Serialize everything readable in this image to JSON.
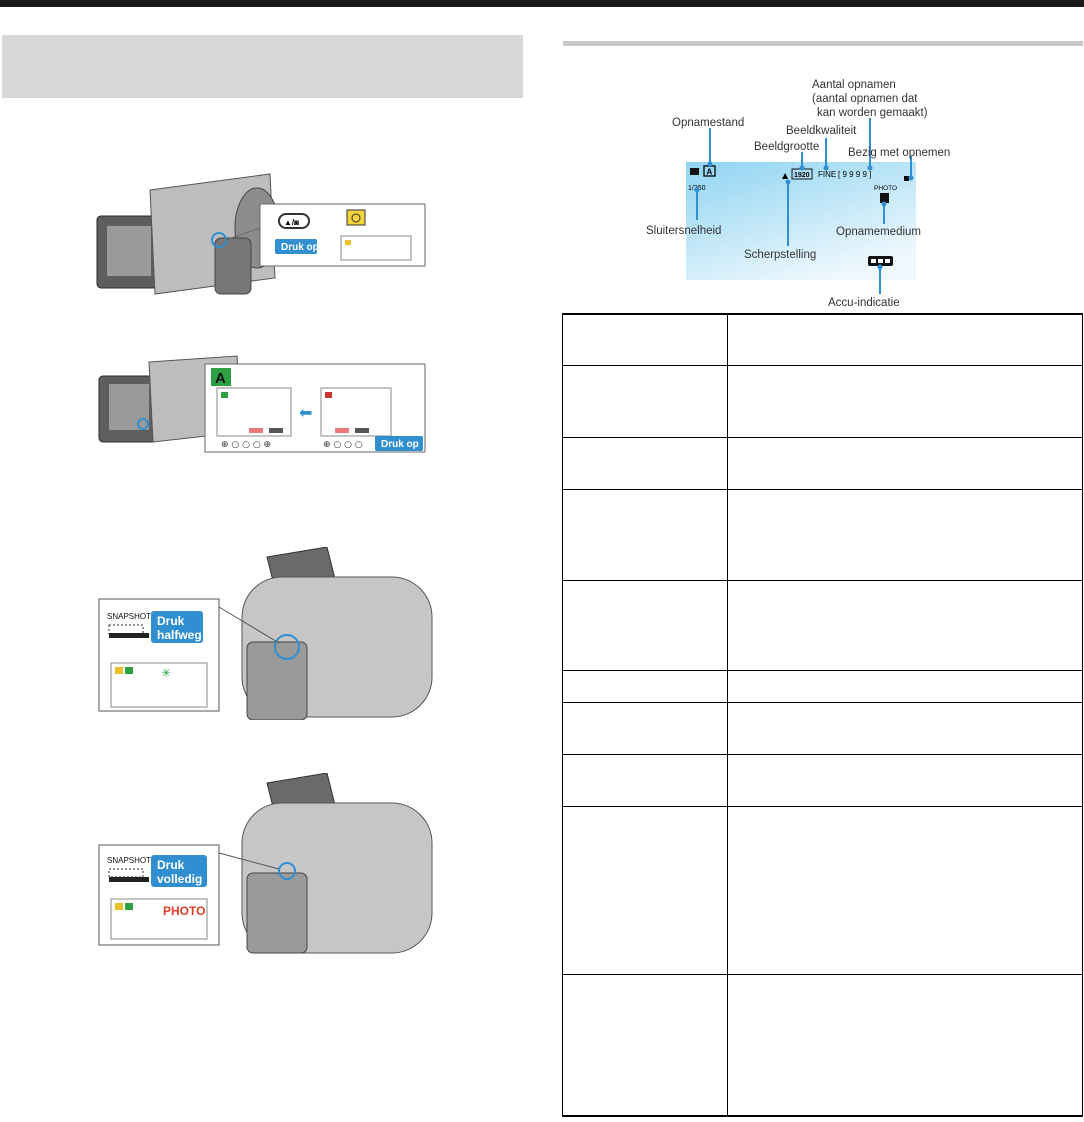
{
  "step1": {
    "callout": "Druk op"
  },
  "step2": {
    "callout": "Druk op"
  },
  "step3": {
    "button_label": "SNAPSHOT",
    "callout_line1": "Druk",
    "callout_line2": "halfweg"
  },
  "step4": {
    "button_label": "SNAPSHOT",
    "callout_line1": "Druk",
    "callout_line2": "volledig",
    "screen_text": "PHOTO"
  },
  "diagram": {
    "labels": {
      "aantal_opnamen_1": "Aantal opnamen",
      "aantal_opnamen_2": "(aantal opnamen dat",
      "aantal_opnamen_3": "kan worden gemaakt)",
      "opnamestand": "Opnamestand",
      "beeldkwaliteit": "Beeldkwaliteit",
      "beeldgrootte": "Beeldgrootte",
      "bezig": "Bezig met opnemen",
      "sluitersnelheid": "Sluitersnelheid",
      "opnamemedium": "Opnamemedium",
      "scherpstelling": "Scherpstelling",
      "accu": "Accu-indicatie"
    },
    "screen": {
      "shutter": "1/250",
      "size": "1920",
      "quality": "FINE",
      "count": "[ 9 9 9 9 ]",
      "photo": "PHOTO"
    }
  },
  "colors": {
    "callout_blue": "#2f8fd0",
    "screen_blue": "#8fd4f2",
    "mode_green": "#2ea043",
    "photo_red": "#e23b2a"
  }
}
